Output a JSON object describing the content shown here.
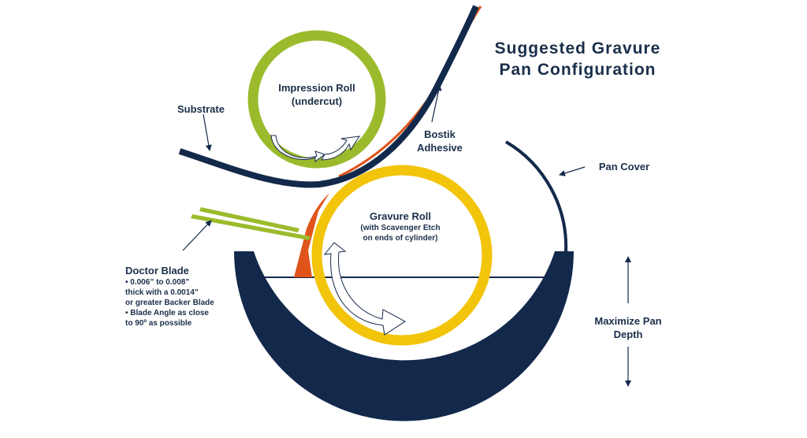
{
  "title": {
    "line1": "Suggested Gravure",
    "line2": "Pan Configuration"
  },
  "impression_roll": {
    "line1": "Impression Roll",
    "line2": "(undercut)"
  },
  "substrate_label": "Substrate",
  "adhesive_label": {
    "line1": "Bostik",
    "line2": "Adhesive"
  },
  "pan_cover_label": "Pan Cover",
  "gravure_roll": {
    "line1": "Gravure Roll",
    "line2": "(with Scavenger Etch",
    "line3": "on ends of cylinder)"
  },
  "doctor_blade": {
    "heading": "Doctor Blade",
    "notes": [
      "• 0.006” to 0.008”",
      "thick with a 0.0014”",
      "or greater Backer Blade",
      "• Blade Angle as close",
      "to 90º as possible"
    ]
  },
  "pan_depth_label": {
    "line1": "Maximize Pan",
    "line2": "Depth"
  },
  "colors": {
    "navy": "#13294b",
    "green": "#9bbb2c",
    "yellow": "#f2c40a",
    "orange": "#e0541b",
    "text": "#1b2f4a"
  }
}
